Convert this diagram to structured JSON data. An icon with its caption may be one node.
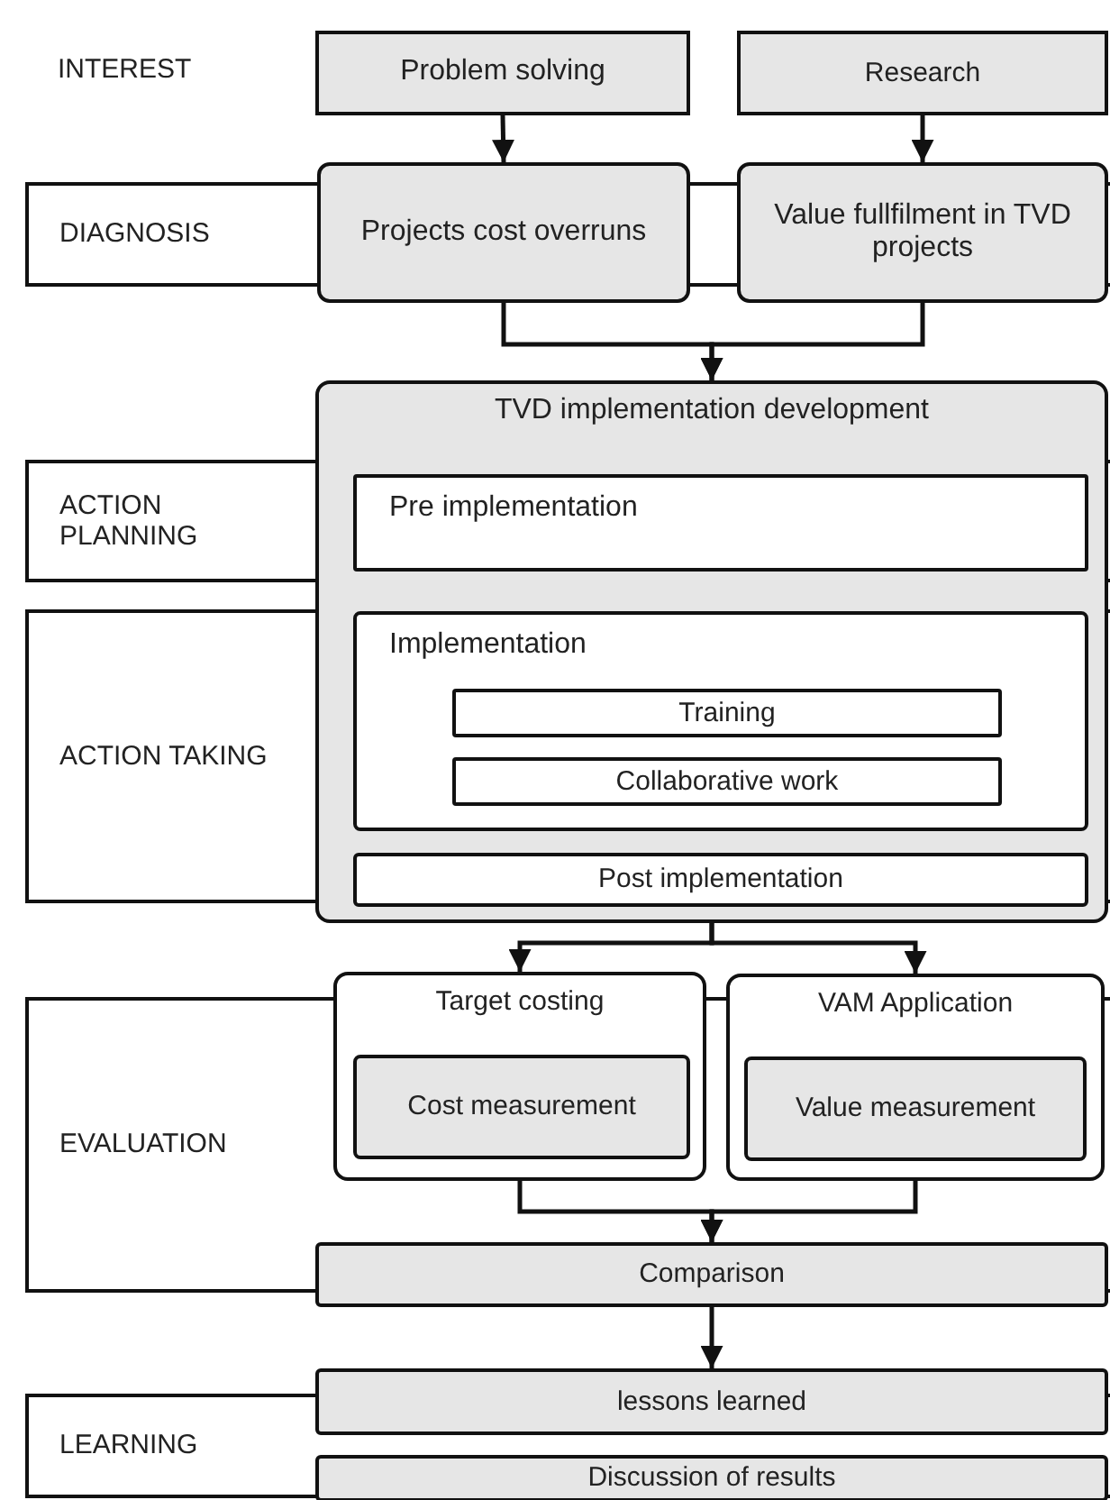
{
  "diagram": {
    "nodes": [
      {
        "text": [
          "Problem solving"
        ]
      },
      {
        "text": [
          "Research"
        ]
      },
      {
        "text": [
          "DIAGNOSIS"
        ]
      },
      {
        "text": [
          "Projects cost overruns"
        ]
      },
      {
        "text": [
          "Value fullfilment in TVD projects"
        ]
      },
      {
        "text": [
          "ACTION PLANNING"
        ]
      },
      {
        "text": [
          "ACTION TAKING"
        ]
      },
      {
        "text": [
          "TVD implementation development"
        ]
      },
      {
        "text": [
          "Pre implementation"
        ],
        "in": 7
      },
      {
        "text": [
          "Implementation"
        ],
        "in": 7
      },
      {
        "text": [
          "Training"
        ],
        "in": 9
      },
      {
        "text": [
          "Collaborative work"
        ],
        "in": 9
      },
      {
        "text": [
          "Post implementation"
        ],
        "in": 7
      },
      {
        "text": [
          "EVALUATION"
        ]
      },
      {
        "text": [
          "Target costing"
        ]
      },
      {
        "text": [
          "Cost measurement"
        ],
        "in": 14
      },
      {
        "text": [
          "VAM Application"
        ]
      },
      {
        "text": [
          "Value measurement"
        ],
        "in": 16
      },
      {
        "text": [
          "Comparison"
        ]
      },
      {
        "text": [
          "LEARNING"
        ]
      },
      {
        "text": [
          "lessons learned"
        ]
      },
      {
        "text": [
          "Discussion of results"
        ]
      }
    ],
    "edges": [
      {
        "from": 0,
        "to": 3,
        "arrow": "to"
      },
      {
        "from": 1,
        "to": 4,
        "arrow": "to"
      },
      {
        "from": 3,
        "to": 7,
        "arrow": "to"
      },
      {
        "from": 4,
        "to": 7,
        "arrow": "to"
      },
      {
        "from": 7,
        "to": 14,
        "arrow": "to"
      },
      {
        "from": 7,
        "to": 16,
        "arrow": "to"
      },
      {
        "from": 14,
        "to": 18,
        "arrow": "to"
      },
      {
        "from": 16,
        "to": 18,
        "arrow": "to"
      },
      {
        "from": 18,
        "to": 20,
        "arrow": "to"
      }
    ],
    "labels": [
      "INTEREST"
    ]
  }
}
